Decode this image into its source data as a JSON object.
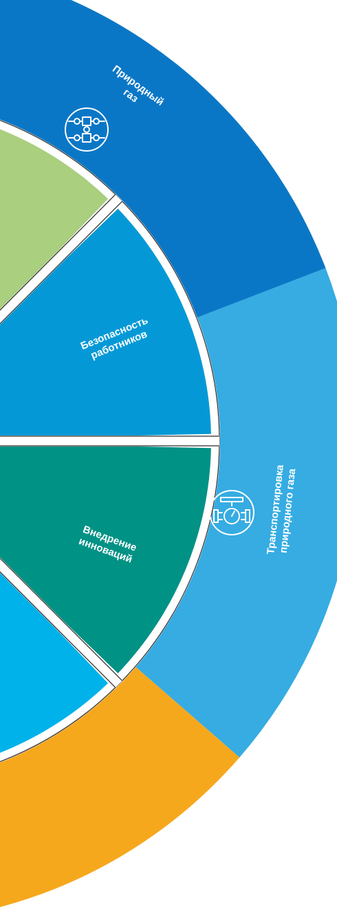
{
  "outer_ring": [
    {
      "key": "natural_gas",
      "lines": [
        "Природный",
        "газ"
      ],
      "color": "#0a77c6",
      "icon": "network-icon"
    },
    {
      "key": "transport",
      "lines": [
        "Транспортировка",
        "природного газа"
      ],
      "color": "#36ace2",
      "icon": "valve-gauge-icon"
    },
    {
      "key": "bottom",
      "lines": [],
      "color": "#f6a81d",
      "icon": ""
    }
  ],
  "inner_ring": [
    {
      "key": "top_green",
      "lines": [],
      "color": "#a9cf7f"
    },
    {
      "key": "safety",
      "lines": [
        "Безопасность",
        "работников"
      ],
      "color": "#0499d6"
    },
    {
      "key": "innovation",
      "lines": [
        "Внедрение",
        "инноваций"
      ],
      "color": "#009285"
    },
    {
      "key": "bottom_cyan",
      "lines": [],
      "color": "#00b2ea"
    }
  ]
}
